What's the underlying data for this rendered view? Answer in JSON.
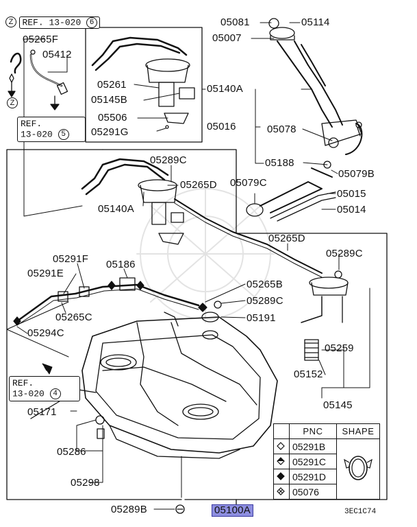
{
  "ref_top": {
    "z": "Z",
    "text": "REF. 13-020",
    "num": "6"
  },
  "ref_left": {
    "line1": "REF.",
    "line2": "13-020",
    "num": "5"
  },
  "ref_bottom": {
    "line1": "REF.",
    "line2": "13-020",
    "num": "4"
  },
  "z_marker": "Z",
  "labels": {
    "p05265F": "05265F",
    "p05412": "05412",
    "p05081": "05081",
    "p05114": "05114",
    "p05007": "05007",
    "p05261": "05261",
    "p05145B": "05145B",
    "p05506": "05506",
    "p05291G": "05291G",
    "p05140A_top": "05140A",
    "p05016": "05016",
    "p05078": "05078",
    "p05188": "05188",
    "p05079B": "05079B",
    "p05289C_1": "05289C",
    "p05265D_1": "05265D",
    "p05140A": "05140A",
    "p05079C": "05079C",
    "p05015": "05015",
    "p05014": "05014",
    "p05265D_2": "05265D",
    "p05289C_2": "05289C",
    "p05291F": "05291F",
    "p05186": "05186",
    "p05291E": "05291E",
    "p05265B": "05265B",
    "p05289C_3": "05289C",
    "p05265C": "05265C",
    "p05191": "05191",
    "p05294C": "05294C",
    "p05259": "05259",
    "p05152": "05152",
    "p05145": "05145",
    "p05171": "05171",
    "p05286": "05286",
    "p05298": "05298",
    "p05289B": "05289B",
    "p05100A": "05100A"
  },
  "legend": {
    "headers": [
      "PNC",
      "SHAPE"
    ],
    "rows": [
      {
        "symbol": "diamond-outline",
        "pnc": "05291B"
      },
      {
        "symbol": "diamond-half",
        "pnc": "05291C"
      },
      {
        "symbol": "diamond-solid",
        "pnc": "05291D"
      },
      {
        "symbol": "diamond-cross",
        "pnc": "05076"
      }
    ]
  },
  "footer_code": "3EC1C74"
}
